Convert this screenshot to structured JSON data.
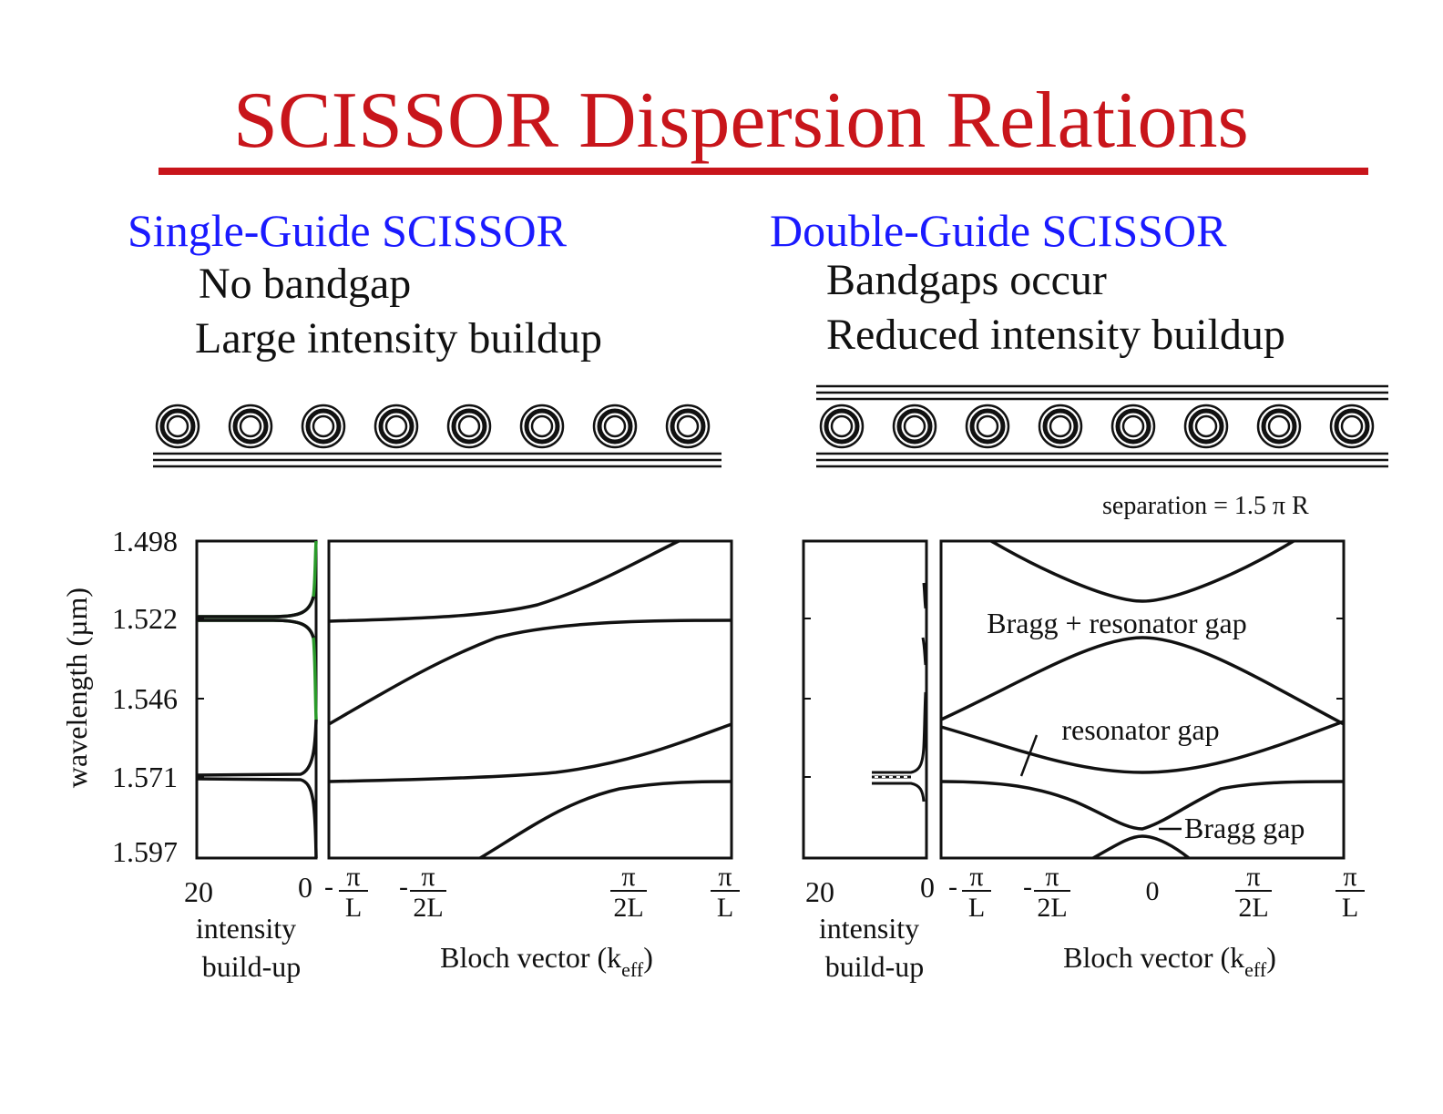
{
  "title": "SCISSOR Dispersion Relations",
  "colors": {
    "title": "#c8151b",
    "heading": "#1a1aff",
    "curve": "#111111",
    "highlight": "#2a9a2a"
  },
  "left": {
    "heading": "Single-Guide SCISSOR",
    "bullets": [
      "No bandgap",
      "Large intensity buildup"
    ],
    "ring_count": 8,
    "wavelength_ticks": [
      "1.498",
      "1.522",
      "1.546",
      "1.571",
      "1.597"
    ],
    "y_axis_label": "wavelength (µm)",
    "intensity_ticks": [
      "20",
      "0"
    ],
    "intensity_label": [
      "intensity",
      "build-up"
    ],
    "bloch_ticks": [
      {
        "sign": "-",
        "num": "π",
        "den": "L"
      },
      {
        "sign": "-",
        "num": "π",
        "den": "2L"
      },
      {
        "sign": "",
        "num": "π",
        "den": "2L"
      },
      {
        "sign": "",
        "num": "π",
        "den": "L"
      }
    ],
    "bloch_label": "Bloch vector (k",
    "bloch_sub": "eff",
    "bloch_close": ")"
  },
  "right": {
    "heading": "Double-Guide SCISSOR",
    "bullets": [
      "Bandgaps occur",
      "Reduced intensity buildup"
    ],
    "ring_count": 8,
    "separation_note": "separation = 1.5 π R",
    "intensity_ticks": [
      "20",
      "0"
    ],
    "intensity_label": [
      "intensity",
      "build-up"
    ],
    "bloch_ticks": [
      {
        "sign": "-",
        "num": "π",
        "den": "L"
      },
      {
        "sign": "-",
        "num": "π",
        "den": "2L"
      },
      {
        "sign": "",
        "num": "0",
        "den": ""
      },
      {
        "sign": "",
        "num": "π",
        "den": "2L"
      },
      {
        "sign": "",
        "num": "π",
        "den": "L"
      }
    ],
    "bloch_label": "Bloch vector (k",
    "bloch_sub": "eff",
    "bloch_close": ")",
    "annotations": [
      "Bragg + resonator gap",
      "resonator gap",
      "Bragg gap"
    ]
  }
}
